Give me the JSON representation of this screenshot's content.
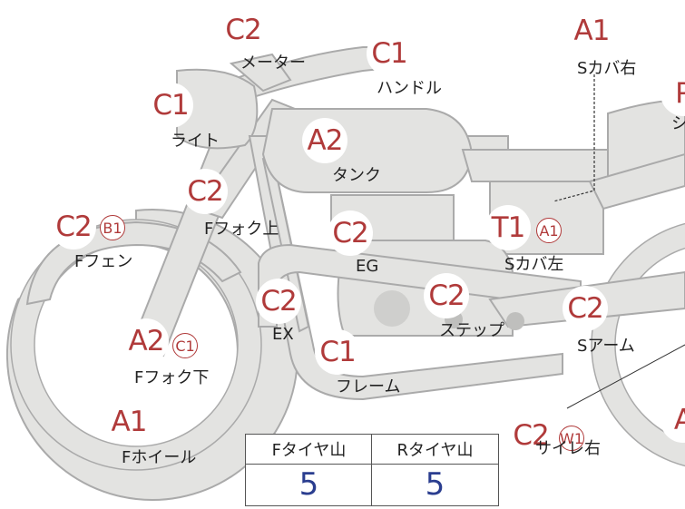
{
  "parts": [
    {
      "id": "meter",
      "label": "メーター",
      "grades": [
        "C2"
      ]
    },
    {
      "id": "handle",
      "label": "ハンドル",
      "grades": [
        "C1"
      ]
    },
    {
      "id": "light",
      "label": "ライト",
      "grades": [
        "C1"
      ]
    },
    {
      "id": "tank",
      "label": "タンク",
      "grades": [
        "A2"
      ]
    },
    {
      "id": "fork-upper",
      "label": "Fフォク上",
      "grades": [
        "C2"
      ]
    },
    {
      "id": "front-fender",
      "label": "Fフェン",
      "grades": [
        "C2",
        "B1"
      ]
    },
    {
      "id": "engine",
      "label": "EG",
      "grades": [
        "C2"
      ]
    },
    {
      "id": "exhaust",
      "label": "EX",
      "grades": [
        "C2"
      ]
    },
    {
      "id": "step",
      "label": "ステップ",
      "grades": [
        "C2"
      ]
    },
    {
      "id": "fork-lower",
      "label": "Fフォク下",
      "grades": [
        "A2",
        "C1"
      ]
    },
    {
      "id": "frame",
      "label": "フレーム",
      "grades": [
        "C1"
      ]
    },
    {
      "id": "front-wheel",
      "label": "Fホイール",
      "grades": [
        "A1"
      ]
    },
    {
      "id": "side-cover-left",
      "label": "Sカバ左",
      "grades": [
        "T1",
        "A1"
      ]
    },
    {
      "id": "side-cover-right",
      "label": "Sカバ右",
      "grades": [
        "A1"
      ]
    },
    {
      "id": "swing-arm",
      "label": "Sアーム",
      "grades": [
        "C2"
      ]
    },
    {
      "id": "silencer-right",
      "label": "サイレ右",
      "grades": [
        "C2",
        "W1"
      ]
    },
    {
      "id": "seat",
      "label": "シ",
      "grades": [
        "P"
      ]
    },
    {
      "id": "rear-edge",
      "label": "",
      "grades": [
        "A"
      ]
    }
  ],
  "tread_table": {
    "front_header": "Fタイヤ山",
    "rear_header": "Rタイヤ山",
    "front_value": "5",
    "rear_value": "5"
  },
  "colors": {
    "body": "#e3e3e1",
    "outline": "#aaaaaa",
    "grade": "#b03a3a",
    "tread_value": "#2a3d8f"
  }
}
